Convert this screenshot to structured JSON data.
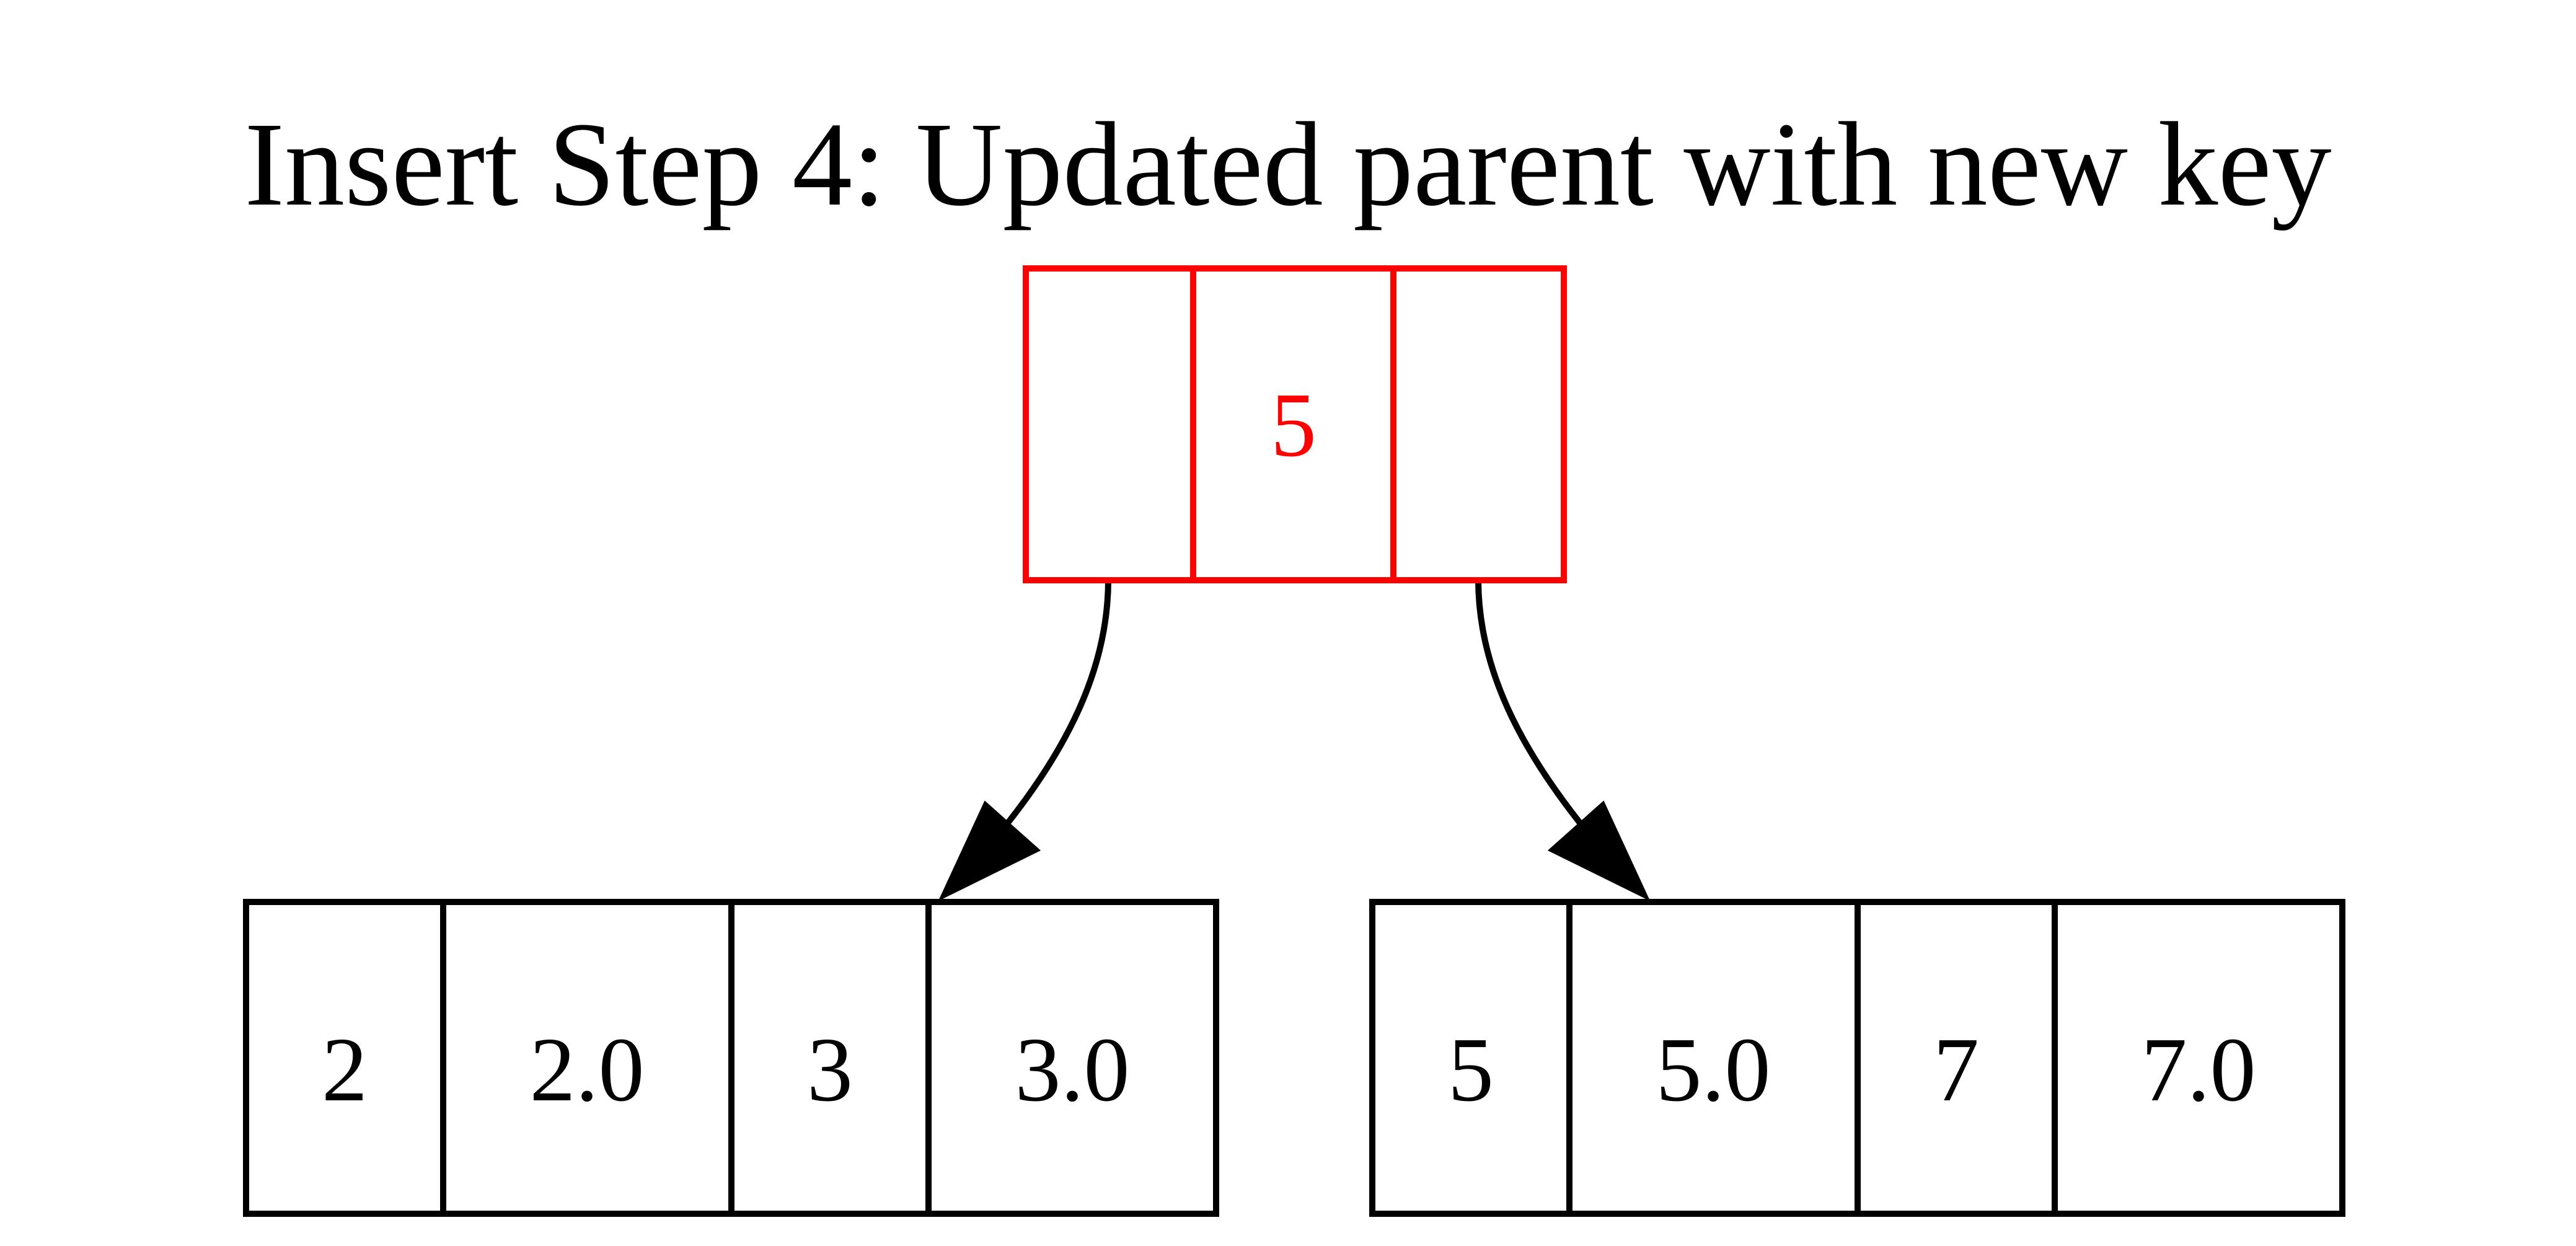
{
  "title": "Insert Step 4: Updated parent with new key",
  "colors": {
    "highlight": "#ff0000",
    "default": "#000000",
    "background": "#ffffff"
  },
  "nodes": {
    "parent": {
      "highlighted": true,
      "cells": [
        "",
        "5",
        ""
      ]
    },
    "left_leaf": {
      "highlighted": false,
      "cells": [
        "2",
        "2.0",
        "3",
        "3.0"
      ]
    },
    "right_leaf": {
      "highlighted": false,
      "cells": [
        "5",
        "5.0",
        "7",
        "7.0"
      ]
    }
  },
  "edges": [
    {
      "from": "parent",
      "to": "left_leaf"
    },
    {
      "from": "parent",
      "to": "right_leaf"
    }
  ]
}
